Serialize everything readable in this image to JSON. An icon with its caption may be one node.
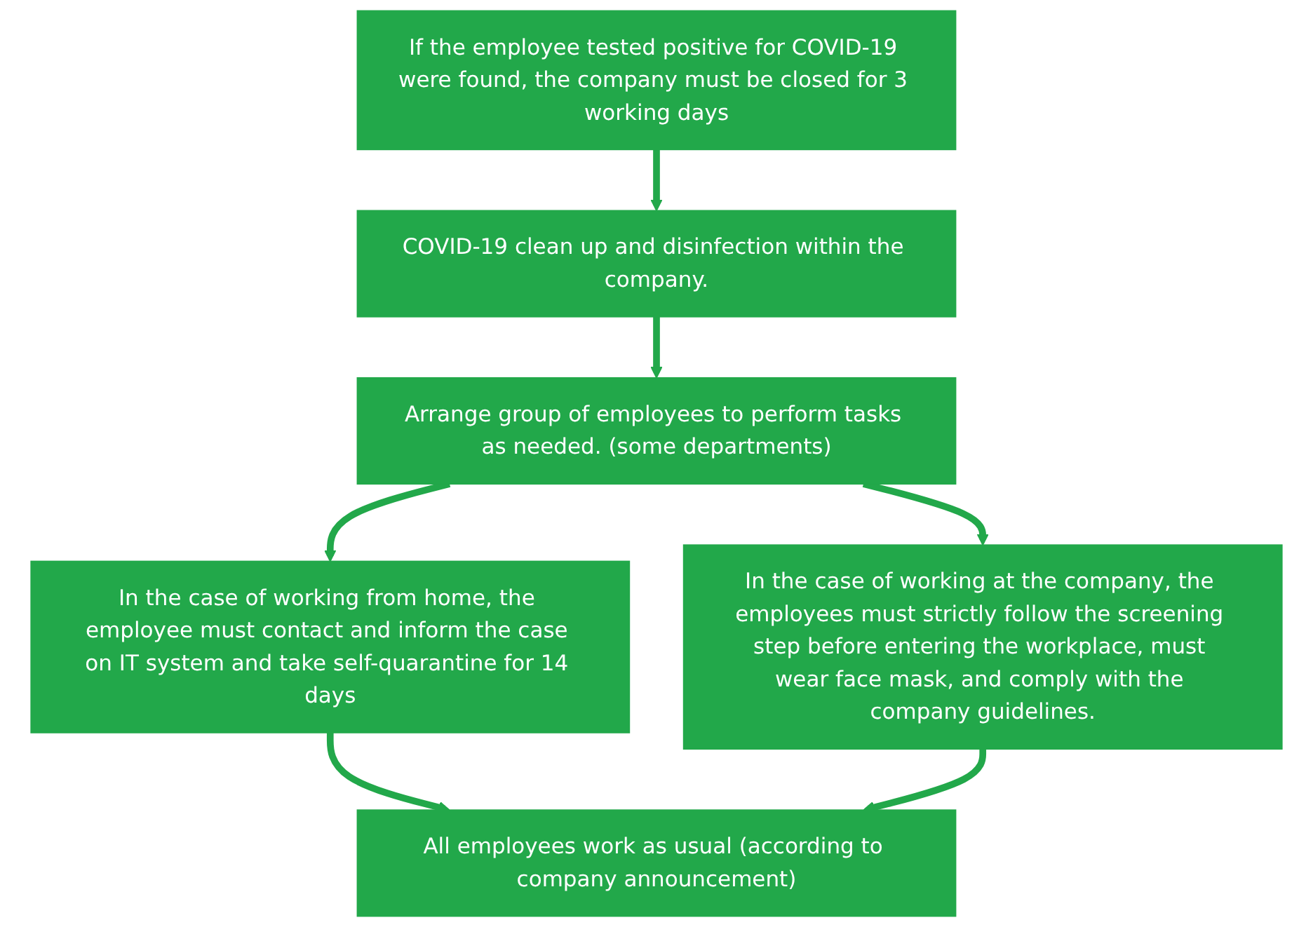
{
  "diagram": {
    "nodes": [
      {
        "text": [
          "If the employee tested positive for COVID-19 were found, the company must be closed for 3 working days"
        ]
      },
      {
        "text": [
          "COVID-19 clean up and disinfection within the company."
        ]
      },
      {
        "text": [
          "Arrange group of employees to perform tasks as needed. (some departments)"
        ]
      },
      {
        "text": [
          "In the case of working from home, the employee must contact and inform the case on IT system and take self-quarantine for 14 days"
        ]
      },
      {
        "text": [
          "In the case of working at the company, the employees must strictly follow the screening step before entering the workplace, must wear face mask, and comply with the company guidelines."
        ]
      },
      {
        "text": [
          "All employees work as usual (according to company announcement)"
        ]
      }
    ],
    "edges": [
      {
        "from": 0,
        "to": 1,
        "arrow": "to"
      },
      {
        "from": 1,
        "to": 2,
        "arrow": "to"
      },
      {
        "from": 2,
        "to": 3,
        "arrow": "to"
      },
      {
        "from": 2,
        "to": 4,
        "arrow": "to"
      },
      {
        "from": 3,
        "to": 5,
        "arrow": "to"
      },
      {
        "from": 4,
        "to": 5,
        "arrow": "to"
      }
    ]
  }
}
